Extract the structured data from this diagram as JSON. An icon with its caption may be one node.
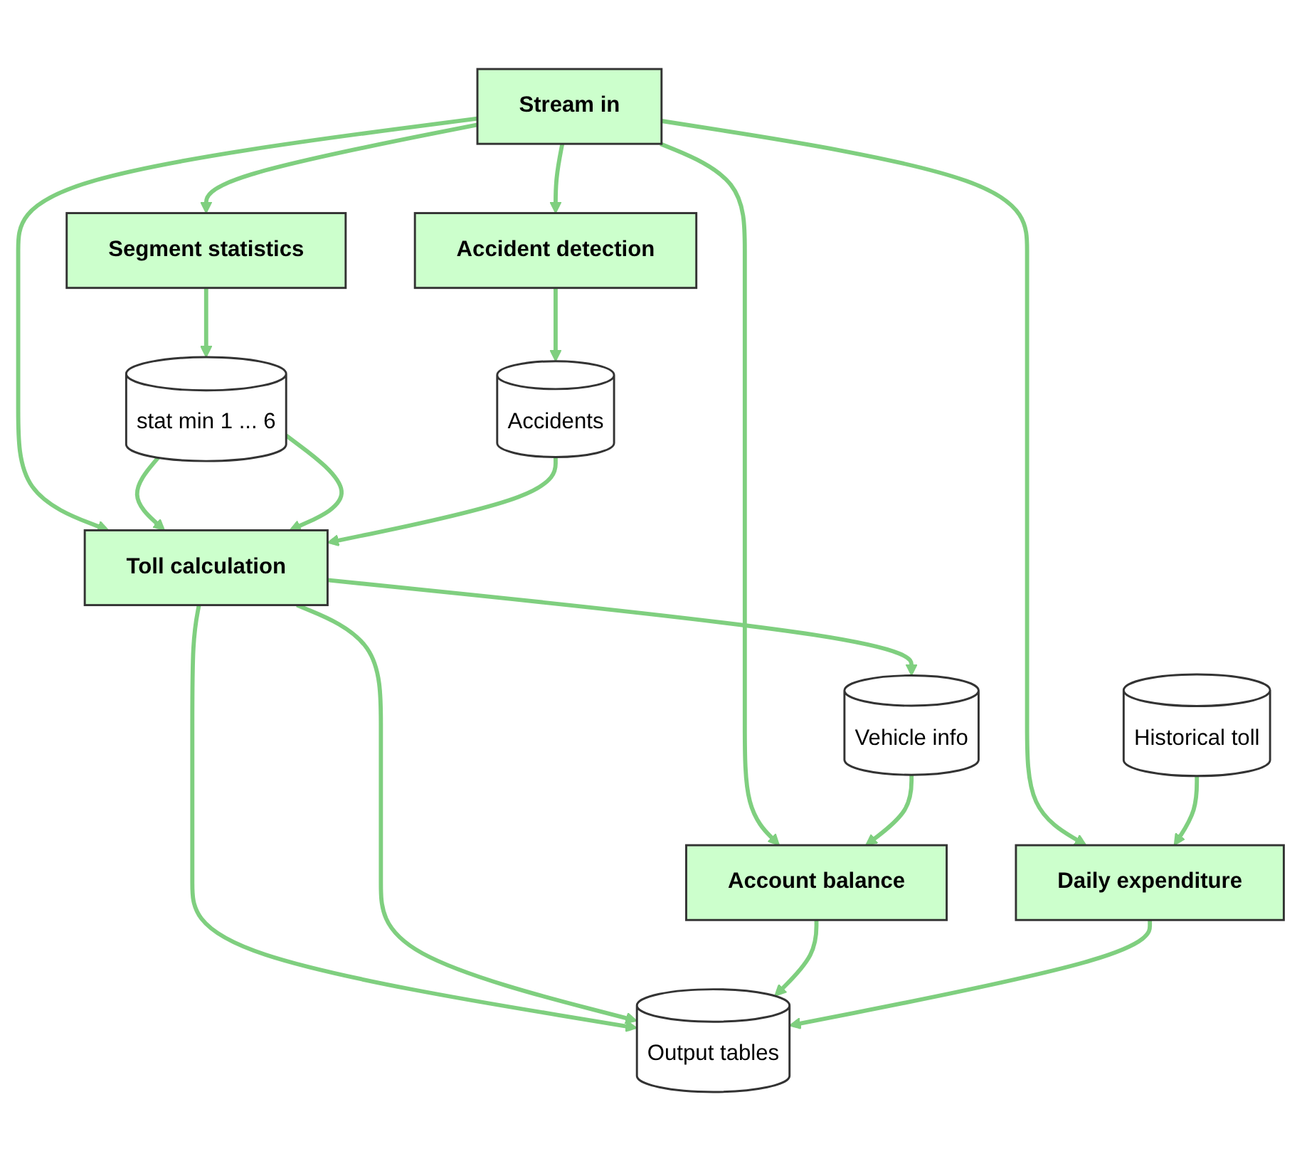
{
  "diagram": {
    "nodes": [
      {
        "text": [
          "Stream in"
        ]
      },
      {
        "text": [
          "Accident detection"
        ]
      },
      {
        "text": [
          "Segment statistics"
        ]
      },
      {
        "text": [
          "Toll calculation"
        ]
      },
      {
        "text": [
          "Account balance"
        ]
      },
      {
        "text": [
          "Daily expenditure"
        ]
      },
      {
        "text": [
          "Vehicle info"
        ]
      },
      {
        "text": [
          "Historical toll"
        ]
      },
      {
        "text": [
          "stat min 1 ... 6"
        ]
      },
      {
        "text": [
          "Output tables"
        ]
      },
      {
        "text": [
          "Accidents"
        ]
      }
    ],
    "edges": [
      {
        "from": 0,
        "to": 1,
        "arrow": "to"
      },
      {
        "from": 0,
        "to": 2,
        "arrow": "to"
      },
      {
        "from": 0,
        "to": 3,
        "arrow": "to"
      },
      {
        "from": 0,
        "to": 4,
        "arrow": "to"
      },
      {
        "from": 0,
        "to": 5,
        "arrow": "to"
      },
      {
        "from": 3,
        "to": 6,
        "arrow": "to"
      },
      {
        "from": 6,
        "to": 4,
        "arrow": "to"
      },
      {
        "from": 7,
        "to": 5,
        "arrow": "to"
      },
      {
        "from": 2,
        "to": 8,
        "arrow": "to"
      },
      {
        "from": 8,
        "to": 3,
        "arrow": "to"
      },
      {
        "from": 8,
        "to": 3,
        "arrow": "to"
      },
      {
        "from": 1,
        "to": 10,
        "arrow": "to"
      },
      {
        "from": 10,
        "to": 3,
        "arrow": "to"
      },
      {
        "from": 3,
        "to": 9,
        "arrow": "to"
      },
      {
        "from": 3,
        "to": 9,
        "arrow": "to"
      },
      {
        "from": 4,
        "to": 9,
        "arrow": "to"
      },
      {
        "from": 5,
        "to": 9,
        "arrow": "to"
      }
    ]
  }
}
